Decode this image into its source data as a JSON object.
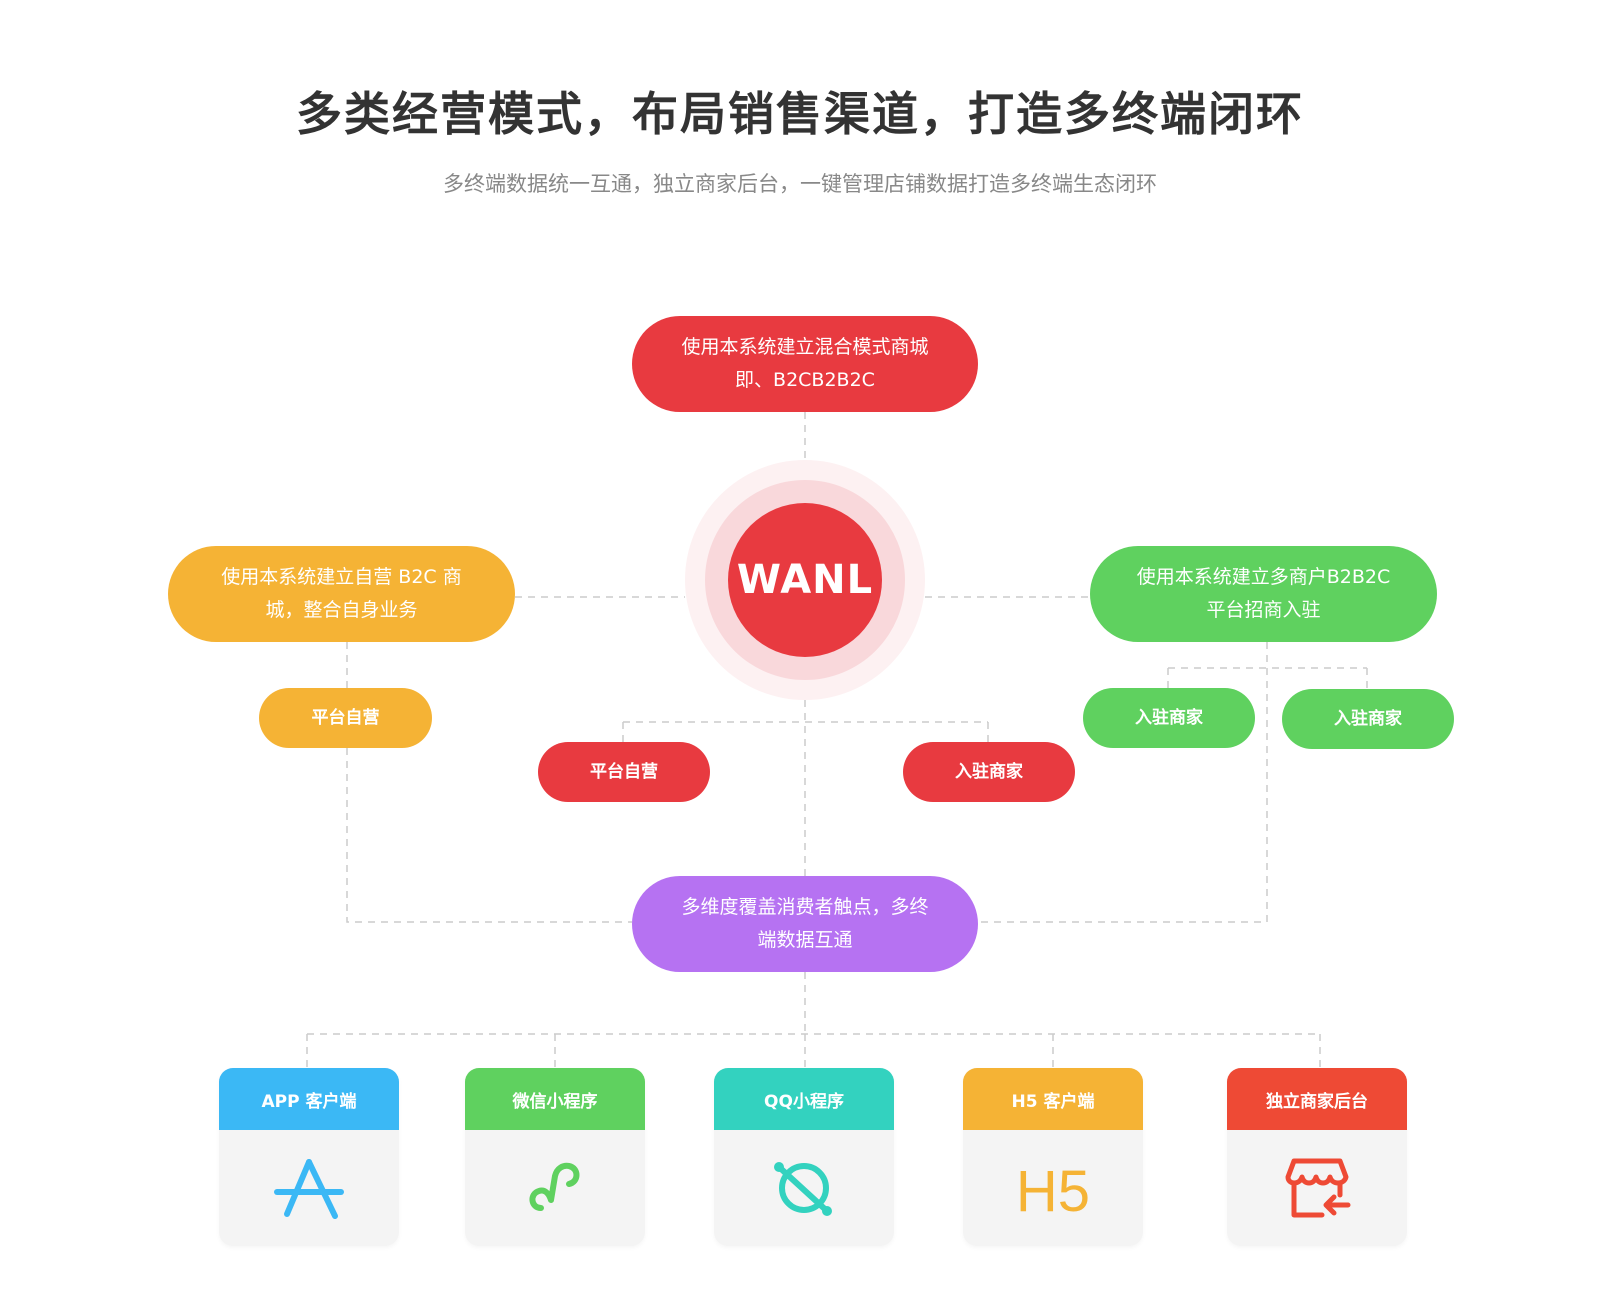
{
  "header": {
    "title": "多类经营模式，布局销售渠道，打造多终端闭环",
    "subtitle": "多终端数据统一互通，独立商家后台，一键管理店铺数据打造多终端生态闭环"
  },
  "colors": {
    "red": "#e83a40",
    "orange": "#f5b335",
    "green": "#5fd15f",
    "purple": "#b672f2",
    "blue": "#3bb8f5",
    "teal": "#33d2bf",
    "orange_red": "#ee4a35",
    "line": "#cccccc"
  },
  "center": {
    "logo_text": "WANL"
  },
  "nodes": {
    "top": "使用本系统建立混合模式商城\n即、B2CB2B2C",
    "left": "使用本系统建立自营 B2C 商\n城，整合自身业务",
    "right": "使用本系统建立多商户B2B2C\n平台招商入驻",
    "bottom": "多维度覆盖消费者触点，多终\n端数据互通"
  },
  "sub_nodes": {
    "left_self": "平台自营",
    "mid_self": "平台自营",
    "mid_merchant": "入驻商家",
    "right_merchant_1": "入驻商家",
    "right_merchant_2": "入驻商家"
  },
  "terminals": [
    {
      "label": "APP 客户端",
      "icon": "app-store-icon",
      "color": "#3bb8f5"
    },
    {
      "label": "微信小程序",
      "icon": "mini-program-icon",
      "color": "#5fd15f"
    },
    {
      "label": "QQ小程序",
      "icon": "planet-icon",
      "color": "#33d2bf"
    },
    {
      "label": "H5 客户端",
      "icon": "h5-icon",
      "color": "#f5b335",
      "icon_text": "H5"
    },
    {
      "label": "独立商家后台",
      "icon": "store-icon",
      "color": "#ee4a35"
    }
  ]
}
